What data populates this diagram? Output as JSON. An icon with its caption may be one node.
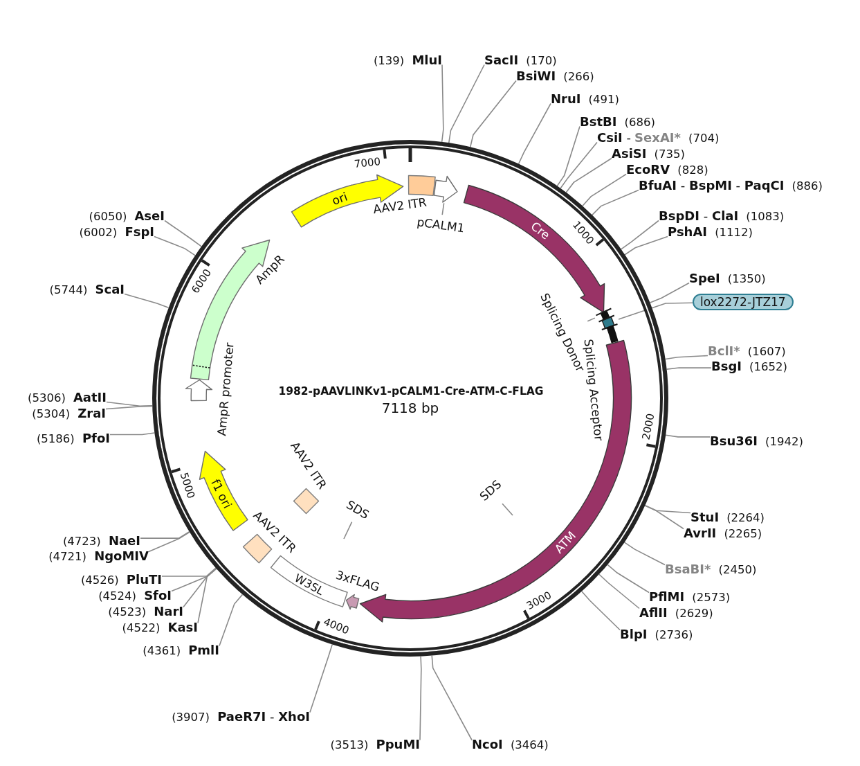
{
  "diagram": {
    "nodes": [
      {
        "text": [
          "1982-pAAVLINKv1-pCALM1-Cre-ATM-C-FLAG",
          "7118 bp"
        ]
      },
      {
        "text": [],
        "shape": "box",
        "beside": [
          "AAV2 ITR"
        ],
        "in": 0
      },
      {
        "text": [],
        "shape": "arrow",
        "in": 0
      },
      {
        "text": [
          "pCALM1"
        ],
        "in": 0
      },
      {
        "text": [
          "Cre"
        ],
        "in": 0
      },
      {
        "text": [],
        "shape": "bar",
        "in": 0
      },
      {
        "text": [
          "Splicing Donor"
        ],
        "in": 0
      },
      {
        "text": [],
        "shape": "box",
        "in": 0
      },
      {
        "text": [],
        "shape": "bar",
        "beside": [
          "Splicing Acceptor"
        ],
        "in": 0
      },
      {
        "text": [
          "ATM"
        ],
        "in": 0
      },
      {
        "text": [
          "SDS"
        ],
        "in": 0
      },
      {
        "text": [],
        "shape": "arrow",
        "beside": [
          "3xFLAG"
        ],
        "in": 0
      },
      {
        "text": [
          "W3SL"
        ],
        "in": 0
      },
      {
        "text": [
          "SDS"
        ],
        "in": 0
      },
      {
        "text": [],
        "shape": "box",
        "beside": [
          "AAV2 ITR"
        ],
        "in": 0
      },
      {
        "text": [],
        "shape": "diamond",
        "beside": [
          "AAV2 ITR"
        ],
        "in": 0
      },
      {
        "text": [
          "f1 ori"
        ],
        "in": 0
      },
      {
        "text": [],
        "shape": "arrow",
        "beside": [
          "AmpR promoter"
        ],
        "in": 0
      },
      {
        "text": [],
        "shape": "arrow",
        "beside": [
          "AmpR"
        ],
        "in": 0
      },
      {
        "text": [
          "ori"
        ],
        "in": 0
      },
      {
        "text": [
          "(139)",
          "MluI"
        ]
      },
      {
        "text": [
          "SacII",
          "(170)"
        ]
      },
      {
        "text": [
          "BsiWI",
          "(266)"
        ]
      },
      {
        "text": [
          "NruI",
          "(491)"
        ]
      },
      {
        "text": [
          "BstBI",
          "(686)"
        ]
      },
      {
        "text": [
          "**CsiI** -",
          "SexAI*",
          "(704)"
        ]
      },
      {
        "text": [
          "AsiSI",
          "(735)"
        ]
      },
      {
        "text": [
          "EcoRV",
          "(828)"
        ]
      },
      {
        "text": [
          "**BfuAI** - **BspMI** - **PaqCI**",
          "(886)"
        ]
      },
      {
        "text": [
          "**BspDI** - **ClaI**",
          "(1083)"
        ]
      },
      {
        "text": [
          "PshAI",
          "(1112)"
        ]
      },
      {
        "text": [
          "SpeI",
          "(1350)"
        ]
      },
      {
        "text": [
          "lox2272-JTZ17"
        ]
      },
      {
        "text": [
          "BclI*",
          "(1607)"
        ]
      },
      {
        "text": [
          "BsgI",
          "(1652)"
        ]
      },
      {
        "text": [
          "Bsu36I",
          "(1942)"
        ]
      },
      {
        "text": [
          "StuI",
          "(2264)"
        ]
      },
      {
        "text": [
          "AvrII",
          "(2265)"
        ]
      },
      {
        "text": [
          "BsaBI*",
          "(2450)"
        ]
      },
      {
        "text": [
          "PflMI",
          "(2573)"
        ]
      },
      {
        "text": [
          "AflII",
          "(2629)"
        ]
      },
      {
        "text": [
          "BlpI",
          "(2736)"
        ]
      },
      {
        "text": [
          "NcoI",
          "(3464)"
        ]
      },
      {
        "text": [
          "(3513)",
          "PpuMI"
        ]
      },
      {
        "text": [
          "(3907)",
          "**PaeR7I** - **XhoI**"
        ]
      },
      {
        "text": [
          "(4361)",
          "PmlI"
        ]
      },
      {
        "text": [
          "(4522)",
          "KasI"
        ]
      },
      {
        "text": [
          "(4523)",
          "NarI"
        ]
      },
      {
        "text": [
          "(4524)",
          "SfoI"
        ]
      },
      {
        "text": [
          "(4526)",
          "PluTI"
        ]
      },
      {
        "text": [
          "(4721)",
          "NgoMIV"
        ]
      },
      {
        "text": [
          "(4723)",
          "NaeI"
        ]
      },
      {
        "text": [
          "(5186)",
          "PfoI"
        ]
      },
      {
        "text": [
          "(5304)",
          "ZraI"
        ]
      },
      {
        "text": [
          "(5306)",
          "AatII"
        ]
      },
      {
        "text": [
          "(5744)",
          "ScaI"
        ]
      },
      {
        "text": [
          "(6002)",
          "FspI"
        ]
      },
      {
        "text": [
          "(6050)",
          "AseI"
        ]
      }
    ],
    "edges": [
      {
        "from": 3,
        "to": 2,
        "arrow": "none"
      },
      {
        "from": 6,
        "to": 5,
        "arrow": "none"
      },
      {
        "from": 10,
        "to": null,
        "arrow": "none"
      },
      {
        "from": 13,
        "to": null,
        "arrow": "none"
      },
      {
        "from": 20,
        "to": 0,
        "arrow": "none"
      },
      {
        "from": 21,
        "to": 0,
        "arrow": "none"
      },
      {
        "from": 22,
        "to": 0,
        "arrow": "none"
      },
      {
        "from": 23,
        "to": 0,
        "arrow": "none"
      },
      {
        "from": 24,
        "to": 0,
        "arrow": "none"
      },
      {
        "from": 25,
        "to": 0,
        "arrow": "none"
      },
      {
        "from": 26,
        "to": 0,
        "arrow": "none"
      },
      {
        "from": 27,
        "to": 0,
        "arrow": "none"
      },
      {
        "from": 28,
        "to": 0,
        "arrow": "none"
      },
      {
        "from": 29,
        "to": 0,
        "arrow": "none"
      },
      {
        "from": 30,
        "to": 0,
        "arrow": "none"
      },
      {
        "from": 31,
        "to": 0,
        "arrow": "none"
      },
      {
        "from": 32,
        "to": 7,
        "arrow": "none"
      },
      {
        "from": 33,
        "to": 0,
        "arrow": "none"
      },
      {
        "from": 34,
        "to": 0,
        "arrow": "none"
      },
      {
        "from": 35,
        "to": 0,
        "arrow": "none"
      },
      {
        "from": 36,
        "to": 0,
        "arrow": "none"
      },
      {
        "from": 37,
        "to": 0,
        "arrow": "none"
      },
      {
        "from": 38,
        "to": 0,
        "arrow": "none"
      },
      {
        "from": 39,
        "to": 0,
        "arrow": "none"
      },
      {
        "from": 40,
        "to": 0,
        "arrow": "none"
      },
      {
        "from": 41,
        "to": 0,
        "arrow": "none"
      },
      {
        "from": 42,
        "to": 0,
        "arrow": "none"
      },
      {
        "from": 43,
        "to": 0,
        "arrow": "none"
      },
      {
        "from": 44,
        "to": 0,
        "arrow": "none"
      },
      {
        "from": 45,
        "to": 0,
        "arrow": "none"
      },
      {
        "from": 46,
        "to": 0,
        "arrow": "none"
      },
      {
        "from": 47,
        "to": 0,
        "arrow": "none"
      },
      {
        "from": 48,
        "to": 0,
        "arrow": "none"
      },
      {
        "from": 49,
        "to": 0,
        "arrow": "none"
      },
      {
        "from": 50,
        "to": 0,
        "arrow": "none"
      },
      {
        "from": 51,
        "to": 0,
        "arrow": "none"
      },
      {
        "from": 52,
        "to": 0,
        "arrow": "none"
      },
      {
        "from": 53,
        "to": 0,
        "arrow": "none"
      },
      {
        "from": 54,
        "to": 0,
        "arrow": "none"
      },
      {
        "from": 55,
        "to": 0,
        "arrow": "none"
      },
      {
        "from": 56,
        "to": 0,
        "arrow": "none"
      },
      {
        "from": 57,
        "to": 0,
        "arrow": "none"
      }
    ],
    "labels": [
      "1000",
      "2000",
      "3000",
      "4000",
      "5000",
      "6000",
      "7000"
    ]
  }
}
